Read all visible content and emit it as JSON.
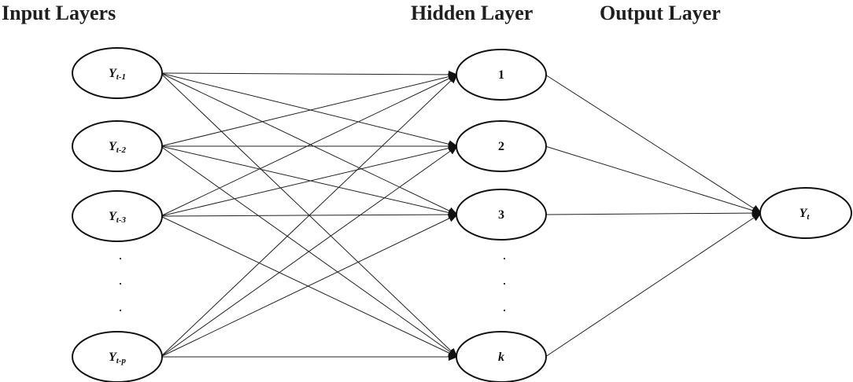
{
  "titles": {
    "input": "Input Layers",
    "hidden": "Hidden Layer",
    "output": "Output Layer"
  },
  "input_nodes": [
    {
      "base": "Y",
      "sub": "t-1"
    },
    {
      "base": "Y",
      "sub": "t-2"
    },
    {
      "base": "Y",
      "sub": "t-3"
    },
    {
      "base": "Y",
      "sub": "t-p"
    }
  ],
  "hidden_nodes": [
    "1",
    "2",
    "3",
    "k"
  ],
  "output_node": {
    "base": "Y",
    "sub": "t"
  },
  "ellipsis": "."
}
